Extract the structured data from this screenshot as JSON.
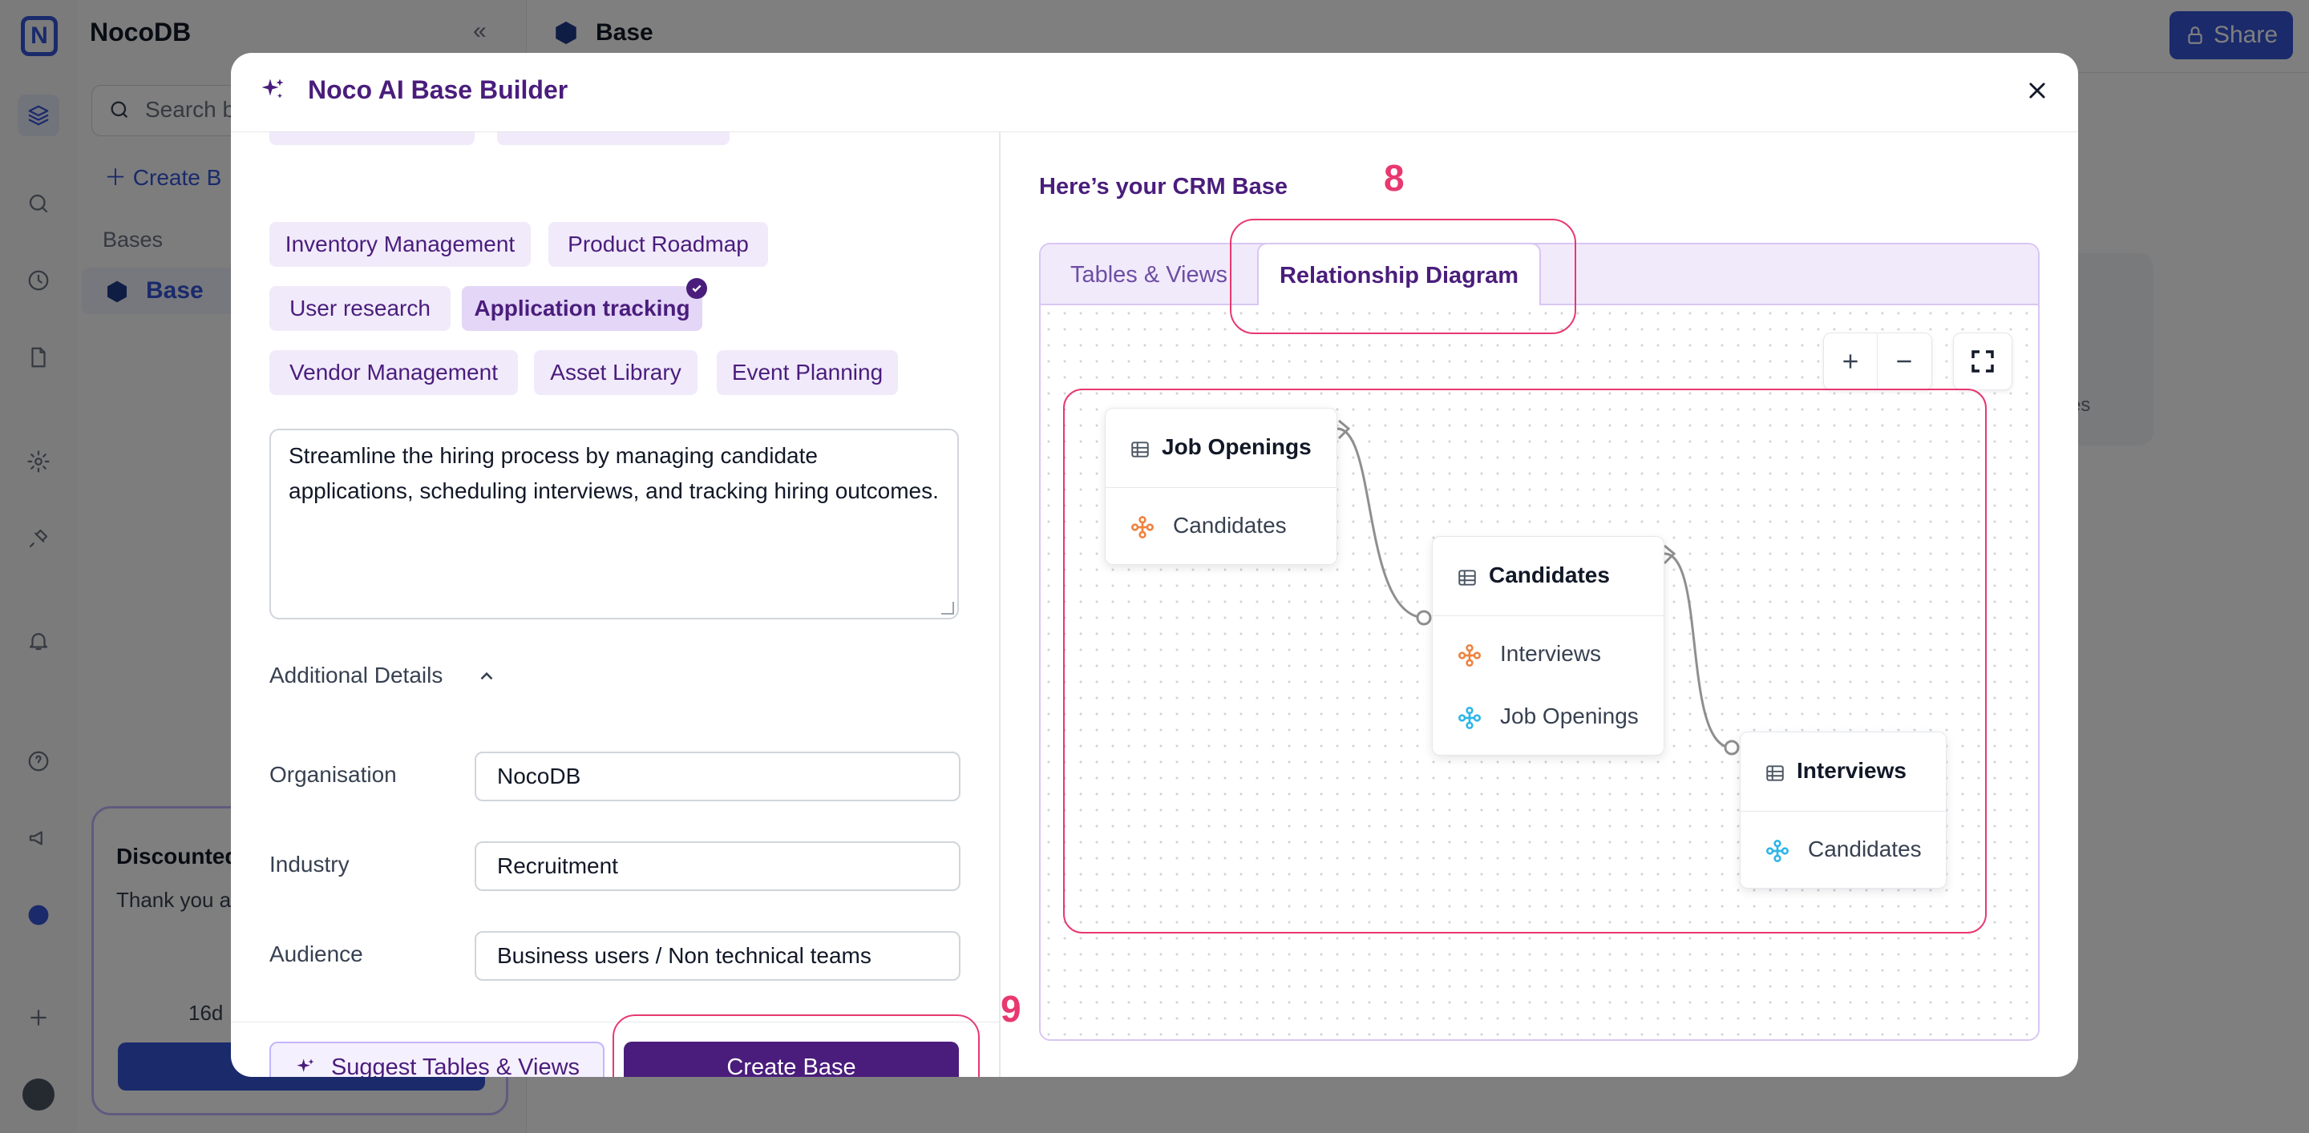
{
  "app": {
    "name": "NocoDB",
    "search_placeholder": "Search b",
    "create_label": "Create B",
    "bases_heading": "Bases",
    "base_item": "Base",
    "topbar_title": "Base",
    "share_label": "Share",
    "bg_card_text": "rces",
    "promo": {
      "title": "Discounted",
      "body": "Thank you adopter. Up discounts to",
      "days": "16d"
    }
  },
  "modal": {
    "title": "Noco AI Base Builder",
    "chips": [
      {
        "label": "Inventory Management",
        "selected": false
      },
      {
        "label": "Product Roadmap",
        "selected": false
      },
      {
        "label": "User research",
        "selected": false
      },
      {
        "label": "Application tracking",
        "selected": true
      },
      {
        "label": "Vendor Management",
        "selected": false
      },
      {
        "label": "Asset Library",
        "selected": false
      },
      {
        "label": "Event Planning",
        "selected": false
      }
    ],
    "description": "Streamline the hiring process by managing candidate applications, scheduling interviews, and tracking hiring outcomes.",
    "additional_details_label": "Additional Details",
    "fields": [
      {
        "label": "Organisation",
        "value": "NocoDB"
      },
      {
        "label": "Industry",
        "value": "Recruitment"
      },
      {
        "label": "Audience",
        "value": "Business users / Non technical teams"
      }
    ],
    "suggest_button": "Suggest Tables & Views",
    "create_button": "Create Base",
    "right_heading": "Here’s your CRM Base",
    "tabs": {
      "tables_views": "Tables & Views",
      "relationship_diagram": "Relationship Diagram",
      "active": "Relationship Diagram"
    },
    "annotations": {
      "tab_marker": "8",
      "create_marker": "9"
    },
    "diagram": {
      "nodes": [
        {
          "name": "Job Openings",
          "fields": [
            {
              "name": "Candidates",
              "link": "has-many"
            }
          ]
        },
        {
          "name": "Candidates",
          "fields": [
            {
              "name": "Interviews",
              "link": "has-many"
            },
            {
              "name": "Job Openings",
              "link": "belongs-to"
            }
          ]
        },
        {
          "name": "Interviews",
          "fields": [
            {
              "name": "Candidates",
              "link": "belongs-to"
            }
          ]
        }
      ],
      "link_colors": {
        "has-many": "#f0823e",
        "belongs-to": "#2fb6e8"
      }
    }
  }
}
